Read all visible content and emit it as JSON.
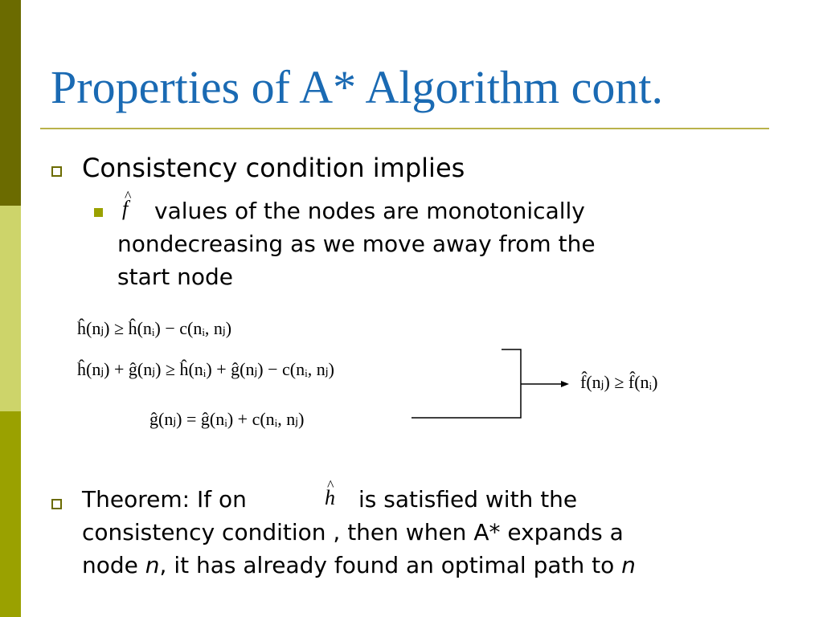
{
  "slide": {
    "title": "Properties of A* Algorithm cont.",
    "bullet1": {
      "text": "Consistency  condition implies",
      "sub": {
        "symbol": "f",
        "line1": "values of the nodes are monotonically",
        "line2": "nondecreasing as we move away from the",
        "line3": "start node"
      }
    },
    "equations": {
      "eq1": "ĥ(nⱼ) ≥ ĥ(nᵢ) − c(nᵢ, nⱼ)",
      "eq2": "ĥ(nⱼ) + ĝ(nⱼ) ≥ ĥ(nᵢ) + ĝ(nⱼ) − c(nᵢ, nⱼ)",
      "eq3": "ĝ(nⱼ) = ĝ(nᵢ) + c(nᵢ, nⱼ)",
      "result": "f̂(nⱼ) ≥ f̂(nᵢ)"
    },
    "bullet2": {
      "line1_a": "Theorem:  If on",
      "symbol": "h",
      "line1_b": "is satisfied with the",
      "line2": "consistency condition , then when A* expands a",
      "line3_a": "node ",
      "line3_n": "n",
      "line3_b": ", it has already found an optimal path to ",
      "line3_n2": "n"
    }
  }
}
